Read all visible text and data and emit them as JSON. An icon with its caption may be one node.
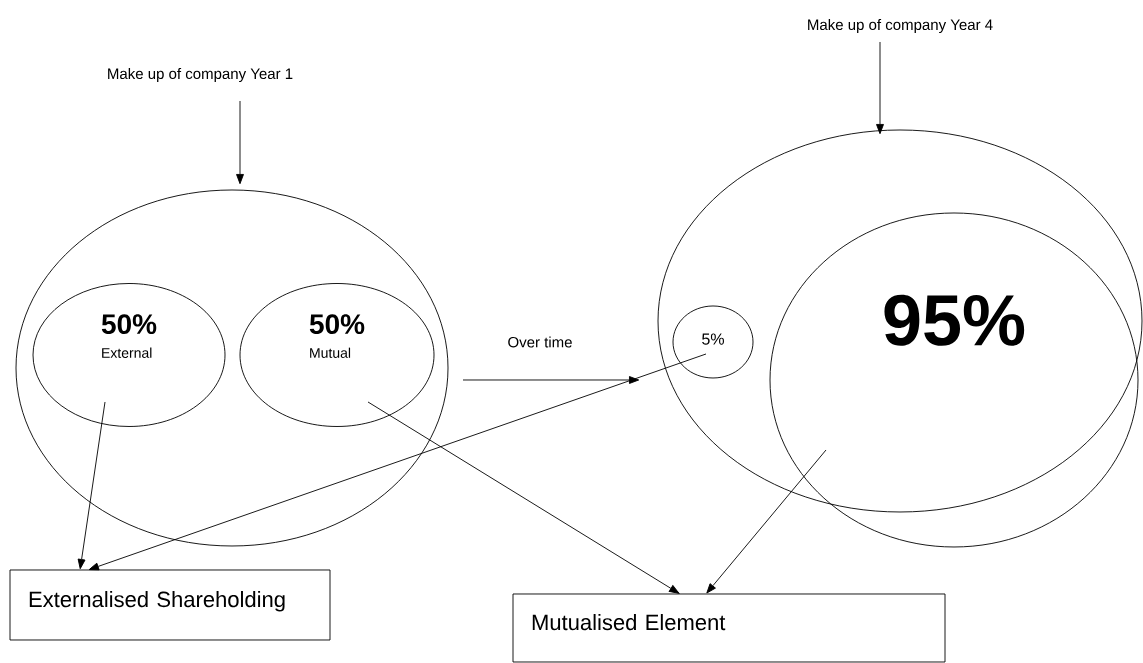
{
  "diagram": {
    "nodes": [
      {
        "text": [
          "Make up of company Year 1"
        ]
      },
      {
        "text": [],
        "shape": "circle"
      },
      {
        "text": [
          "50%",
          "External"
        ],
        "in": 1
      },
      {
        "text": [
          "50%",
          "Mutual"
        ],
        "in": 1
      },
      {
        "text": [
          "Make up of company Year 4"
        ]
      },
      {
        "text": [],
        "shape": "circle"
      },
      {
        "text": [
          "5%"
        ],
        "in": 5
      },
      {
        "text": [
          "95%"
        ],
        "in": 5
      },
      {
        "text": [
          "Externalised Shareholding"
        ]
      },
      {
        "text": [
          "Mutualised Element"
        ]
      }
    ],
    "edges": [
      {
        "from": 0,
        "to": 1,
        "arrow": "to"
      },
      {
        "from": 4,
        "to": 5,
        "arrow": "to"
      },
      {
        "from": 1,
        "to": 5,
        "arrow": "to",
        "label": "Over time"
      },
      {
        "from": 2,
        "to": 8,
        "arrow": "to"
      },
      {
        "from": 6,
        "to": 8,
        "arrow": "to"
      },
      {
        "from": 3,
        "to": 9,
        "arrow": "to"
      },
      {
        "from": 7,
        "to": 9,
        "arrow": "to"
      }
    ]
  }
}
